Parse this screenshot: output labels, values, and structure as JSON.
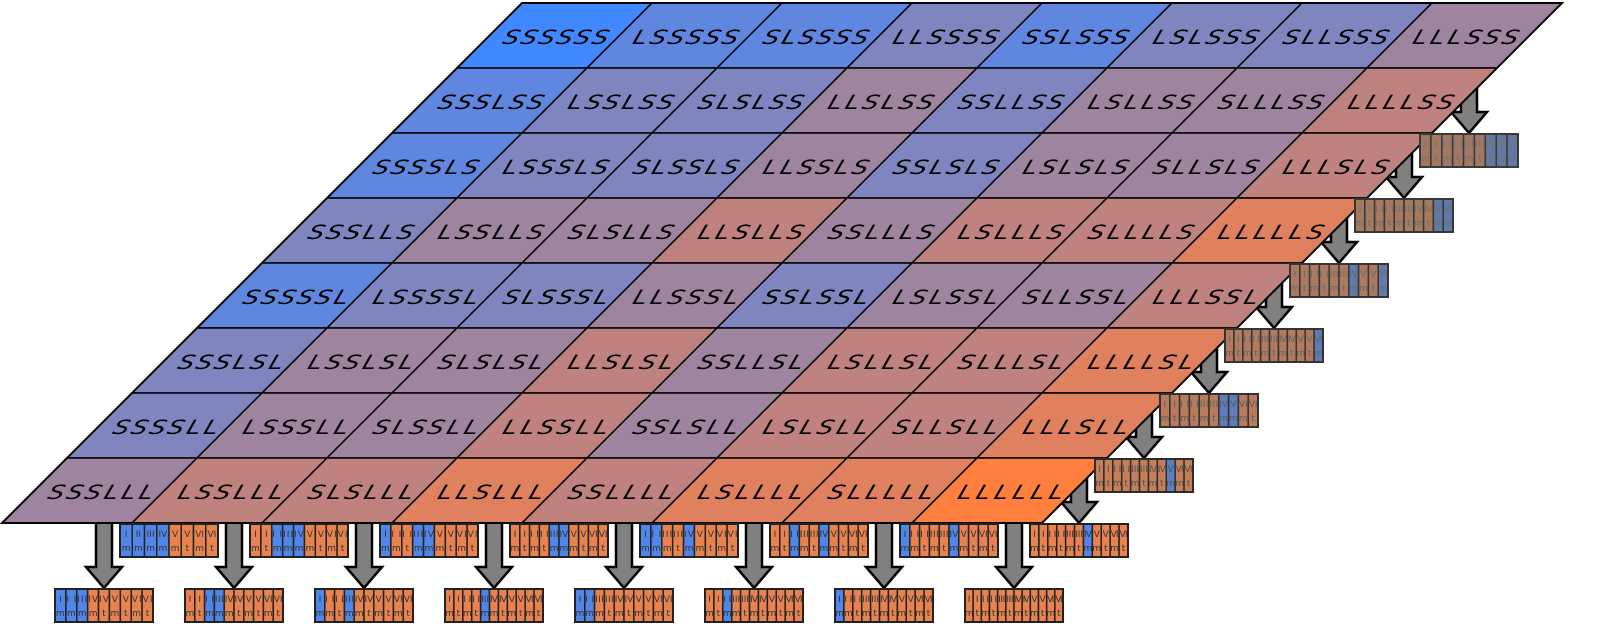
{
  "colors": {
    "short_blue": "#3f88ff",
    "long_orange": "#ff7f3f",
    "box_short": "#4f86e8",
    "box_long": "#e8834f",
    "arrow": "#808080",
    "fog": "#707070"
  },
  "numerals": [
    "I",
    "II",
    "III",
    "IV",
    "V",
    "VI"
  ],
  "qualities": {
    "first": "m",
    "second": "t"
  },
  "grid": [
    [
      "SSSSSS",
      "LSSSSS",
      "SLSSSS",
      "LLSSSS",
      "SSLSSS",
      "LSLSSS",
      "SLLSSS",
      "LLLSSS"
    ],
    [
      "SSSLSS",
      "LSSLSS",
      "SLSLSS",
      "LLSLSS",
      "SSLLSS",
      "LSLLSS",
      "SLLLSS",
      "LLLLSS"
    ],
    [
      "SSSSLS",
      "LSSSLS",
      "SLSSLS",
      "LLSSLS",
      "SSLSLS",
      "LSLSLS",
      "SLLSLS",
      "LLLSLS"
    ],
    [
      "SSSLLS",
      "LSSLLS",
      "SLSLLS",
      "LLSLLS",
      "SSLLLS",
      "LSLLLS",
      "SLLLLS",
      "LLLLLS"
    ],
    [
      "SSSSSL",
      "LSSSSL",
      "SLSSSL",
      "LLSSSL",
      "SSLSSL",
      "LSLSSL",
      "SLLSSL",
      "LLLSSL"
    ],
    [
      "SSSLSL",
      "LSSLSL",
      "SLSLSL",
      "LLSLSL",
      "SSLLSL",
      "LSLLSL",
      "SLLLSL",
      "LLLLSL"
    ],
    [
      "SSSSLL",
      "LSSSLL",
      "SLSSLL",
      "LLSSLL",
      "SSLSLL",
      "LSLSLL",
      "SLLSLL",
      "LLLSLL"
    ],
    [
      "SSSLLL",
      "LSSLLL",
      "SLSLLL",
      "LLSLLL",
      "SSLLLL",
      "LSLLLL",
      "SLLLLL",
      "LLLLLL"
    ]
  ],
  "boxes": [
    {
      "row": 0,
      "col": 7,
      "code": "LLLSSS",
      "fog": 0.6
    },
    {
      "row": 1,
      "col": 7,
      "code": "LLLLSS",
      "fog": 0.55
    },
    {
      "row": 2,
      "col": 7,
      "code": "LLLSLS",
      "fog": 0.5
    },
    {
      "row": 3,
      "col": 7,
      "code": "LLLLLS",
      "fog": 0.45
    },
    {
      "row": 4,
      "col": 7,
      "code": "LLLSSL",
      "fog": 0.4
    },
    {
      "row": 5,
      "col": 7,
      "code": "LLLLSL",
      "fog": 0.28
    },
    {
      "row": 6,
      "col": 0,
      "code": "SSSSLL",
      "fog": 0
    },
    {
      "row": 6,
      "col": 1,
      "code": "LSSSLL",
      "fog": 0
    },
    {
      "row": 6,
      "col": 2,
      "code": "SLSSLL",
      "fog": 0
    },
    {
      "row": 6,
      "col": 3,
      "code": "LLSSLL",
      "fog": 0
    },
    {
      "row": 6,
      "col": 4,
      "code": "SSLSLL",
      "fog": 0
    },
    {
      "row": 6,
      "col": 5,
      "code": "LSLSLL",
      "fog": 0
    },
    {
      "row": 6,
      "col": 6,
      "code": "SLLSLL",
      "fog": 0
    },
    {
      "row": 6,
      "col": 7,
      "code": "LLLSLL",
      "fog": 0
    },
    {
      "row": 7,
      "col": 0,
      "code": "SSSLLL",
      "fog": 0
    },
    {
      "row": 7,
      "col": 1,
      "code": "LSSLLL",
      "fog": 0
    },
    {
      "row": 7,
      "col": 2,
      "code": "SLSLLL",
      "fog": 0
    },
    {
      "row": 7,
      "col": 3,
      "code": "LLSLLL",
      "fog": 0
    },
    {
      "row": 7,
      "col": 4,
      "code": "SSLLLL",
      "fog": 0
    },
    {
      "row": 7,
      "col": 5,
      "code": "LSLLLL",
      "fog": 0
    },
    {
      "row": 7,
      "col": 6,
      "code": "SLLLLL",
      "fog": 0
    },
    {
      "row": 7,
      "col": 7,
      "code": "LLLLLL",
      "fog": 0
    }
  ]
}
